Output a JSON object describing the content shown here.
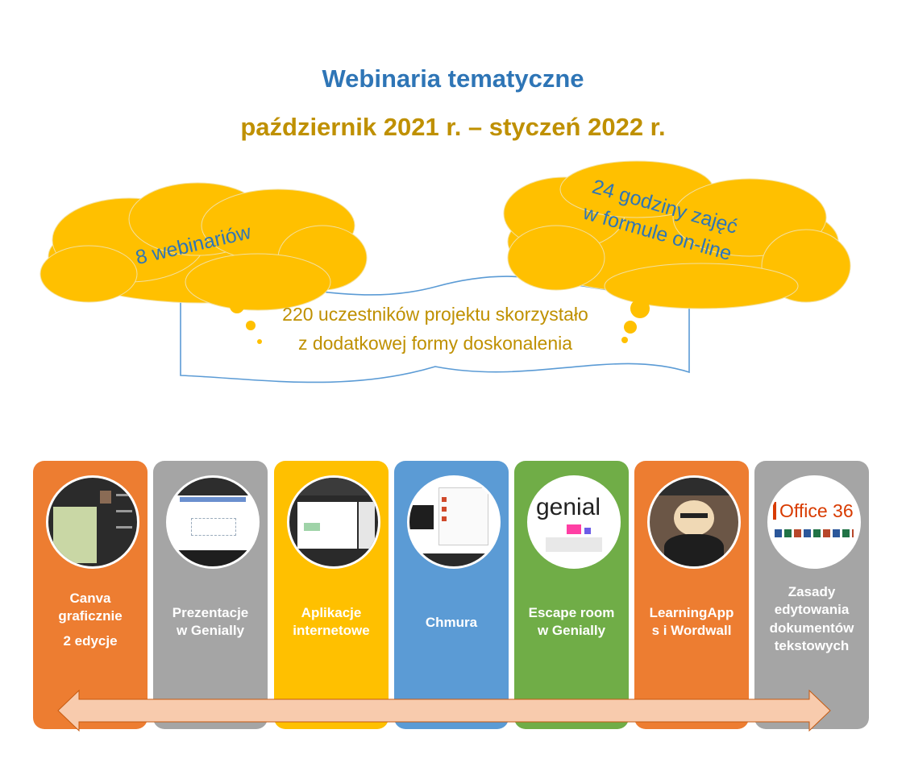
{
  "title": "Webinaria tematyczne",
  "subtitle": "październik 2021 r. – styczeń 2022 r.",
  "cloud_left": "8 webinariów",
  "cloud_right": [
    "24 godziny zajęć",
    "w formule on-line"
  ],
  "scroll": [
    "220 uczestników projektu skorzystało",
    "z dodatkowej formy doskonalenia"
  ],
  "colors": {
    "blue": "#2E75B6",
    "gold": "#BF9000",
    "cloud": "#FFC000",
    "orange": "#ED7D31",
    "gray": "#A5A5A5",
    "yellow": "#FFC000",
    "lightblue": "#5B9BD5",
    "green": "#70AD47",
    "arrow": "#F8CBAD"
  },
  "columns": [
    {
      "lines": [
        "Canva",
        "graficznie"
      ],
      "extra": "2 edycje",
      "color": "#ED7D31",
      "thumb": "canva-webinar-screenshot"
    },
    {
      "lines": [
        "Prezentacje",
        "w Genially"
      ],
      "color": "#A5A5A5",
      "thumb": "genially-webinar-screenshot"
    },
    {
      "lines": [
        "Aplikacje",
        "internetowe"
      ],
      "color": "#FFC000",
      "thumb": "apps-webinar-screenshot"
    },
    {
      "lines": [
        "Chmura"
      ],
      "color": "#5B9BD5",
      "thumb": "cloud-webinar-screenshot"
    },
    {
      "lines": [
        "Escape room",
        "w Genially"
      ],
      "color": "#70AD47",
      "thumb": "genially-logo-image"
    },
    {
      "lines": [
        "LearningApp",
        "s i Wordwall"
      ],
      "color": "#ED7D31",
      "thumb": "presenter-photo"
    },
    {
      "lines": [
        "Zasady",
        "edytowania",
        "dokumentów",
        "tekstowych"
      ],
      "color": "#A5A5A5",
      "thumb": "office365-logo"
    }
  ],
  "office_logo_text": "Office 36",
  "genially_logo_text": "genial"
}
